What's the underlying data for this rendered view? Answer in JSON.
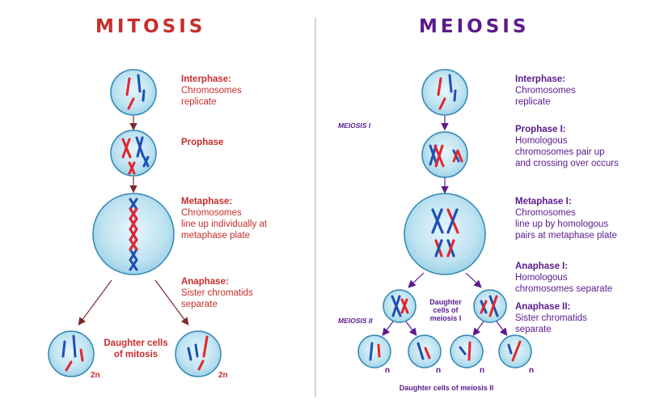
{
  "colors": {
    "mitosis": "#c62f2c",
    "meiosis": "#5b1a8e",
    "chrom_red": "#e3262f",
    "chrom_blue": "#1f4fb5",
    "cell_fill": "#bfe3f1",
    "cell_stroke": "#2f86b5",
    "divider": "#8fb3cf"
  },
  "mitosis": {
    "title": "MITOSIS",
    "interphase": {
      "head": "Interphase:",
      "lines": [
        "Chromosomes",
        "replicate"
      ]
    },
    "prophase": {
      "head": "Prophase"
    },
    "metaphase": {
      "head": "Metaphase:",
      "lines": [
        "Chromosomes",
        "line up individually at",
        "metaphase plate"
      ]
    },
    "anaphase": {
      "head": "Anaphase:",
      "lines": [
        "Sister chromatids",
        "separate"
      ]
    },
    "daughter": {
      "lines": [
        "Daughter cells",
        "of mitosis"
      ]
    },
    "ploidy": "2n"
  },
  "meiosis": {
    "title": "MEIOSIS",
    "tag1": "MEIOSIS I",
    "tag2": "MEIOSIS II",
    "interphase": {
      "head": "Interphase:",
      "lines": [
        "Chromosomes",
        "replicate"
      ]
    },
    "prophase1": {
      "head": "Prophase I:",
      "lines": [
        "Homologous",
        "chromosomes pair up",
        "and crossing over occurs"
      ]
    },
    "metaphase1": {
      "head": "Metaphase I:",
      "lines": [
        "Chromosomes",
        "line up by homologous",
        "pairs at metaphase plate"
      ]
    },
    "anaphase1": {
      "head": "Anaphase I:",
      "lines": [
        "Homologous",
        "chromosomes separate"
      ]
    },
    "anaphase2": {
      "head": "Anaphase II:",
      "lines": [
        "Sister chromatids",
        "separate"
      ]
    },
    "daughter1": {
      "lines": [
        "Daughter",
        "cells of",
        "meiosis I"
      ]
    },
    "daughter2": "Daughter cells of meiosis II",
    "ploidy": "n"
  }
}
